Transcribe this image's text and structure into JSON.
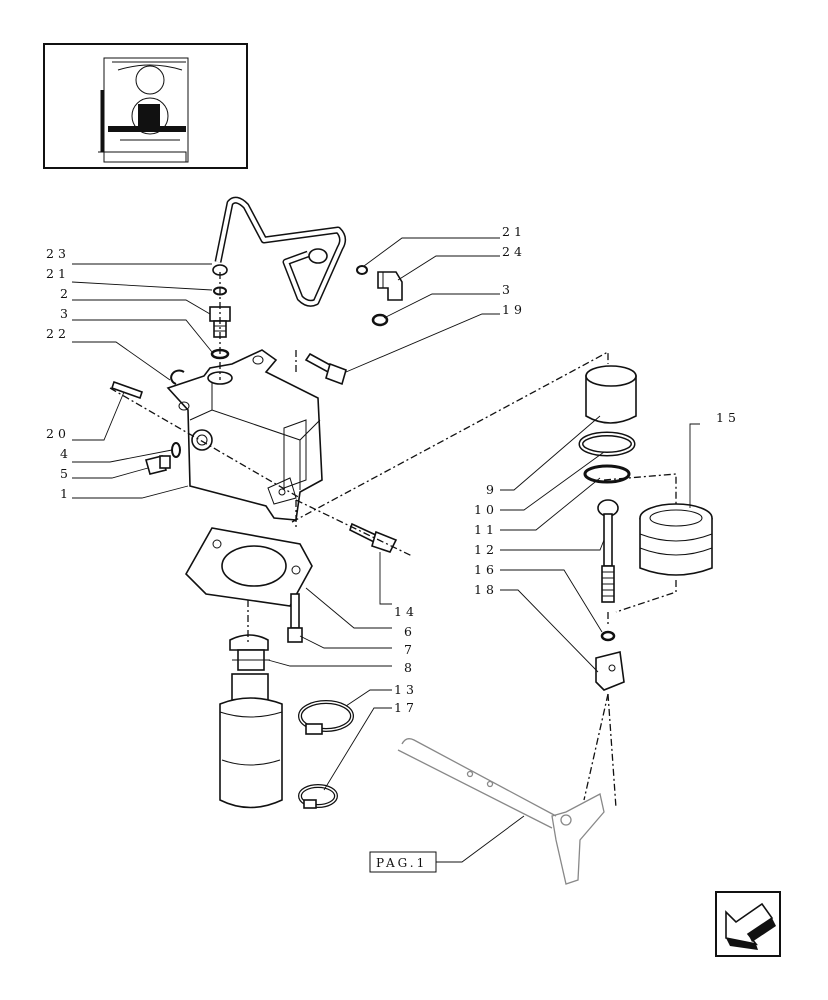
{
  "callouts": {
    "left": [
      "23",
      "21",
      "2",
      "3",
      "22",
      "20",
      "4",
      "5",
      "1"
    ],
    "top_right": [
      "21",
      "24",
      "3",
      "19"
    ],
    "right_mid": [
      "15",
      "9",
      "10",
      "11",
      "12",
      "16",
      "18"
    ],
    "bottom": [
      "14",
      "6",
      "7",
      "8",
      "13",
      "17"
    ]
  },
  "page_ref": "PAG.1",
  "colors": {
    "line": "#111111",
    "background": "#ffffff",
    "ghost": "#888888"
  },
  "icons": {
    "navigation": "next-page-arrow-icon",
    "locator": "tractor-locator-thumbnail"
  }
}
